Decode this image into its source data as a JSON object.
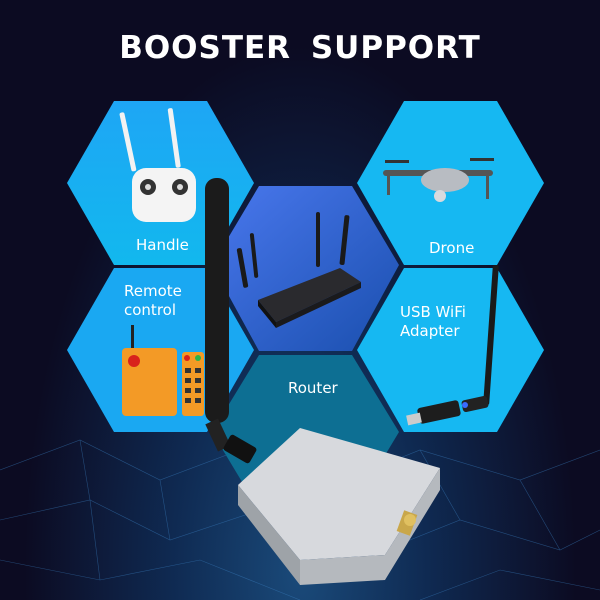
{
  "title": "BOOSTER SUPPORT",
  "devices": [
    {
      "label": "Handle",
      "icon": "remote-controller-icon"
    },
    {
      "label": "Drone",
      "icon": "drone-icon"
    },
    {
      "label": "Remote control",
      "icon": "crane-remote-icon"
    },
    {
      "label": "USB WiFi Adapter",
      "icon": "usb-wifi-adapter-icon"
    },
    {
      "label": "Router",
      "icon": "router-icon"
    }
  ],
  "colors": {
    "background": "#0c0b22",
    "hex_light": "#18aef0",
    "hex_router": "#2f6ad8",
    "hex_router_label": "#0d6f93",
    "text": "#ffffff"
  }
}
